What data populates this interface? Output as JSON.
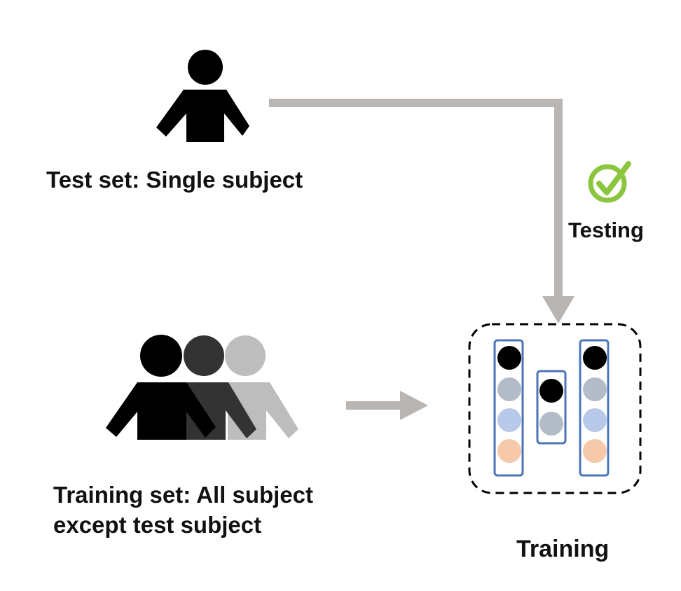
{
  "labels": {
    "test_set": "Test set: Single subject",
    "training_set_line1": "Training set: All subject",
    "training_set_line2": "except test subject",
    "testing": "Testing",
    "training": "Training"
  },
  "icons": {
    "single_person": "person-icon",
    "group": "group-of-people-icon",
    "check": "green-check-circle-icon",
    "model": "neural-network-model-icon"
  },
  "colors": {
    "person_front": "#000000",
    "person_middle": "#333333",
    "person_back": "#bdbdbd",
    "arrow": "#b8b5b3",
    "check": "#8cc63f",
    "column_border": "#4b74b8",
    "node_black": "#000000",
    "node_gray": "#b3bcc8",
    "node_blue": "#b9c9ea",
    "node_orange": "#f5c9a9"
  }
}
